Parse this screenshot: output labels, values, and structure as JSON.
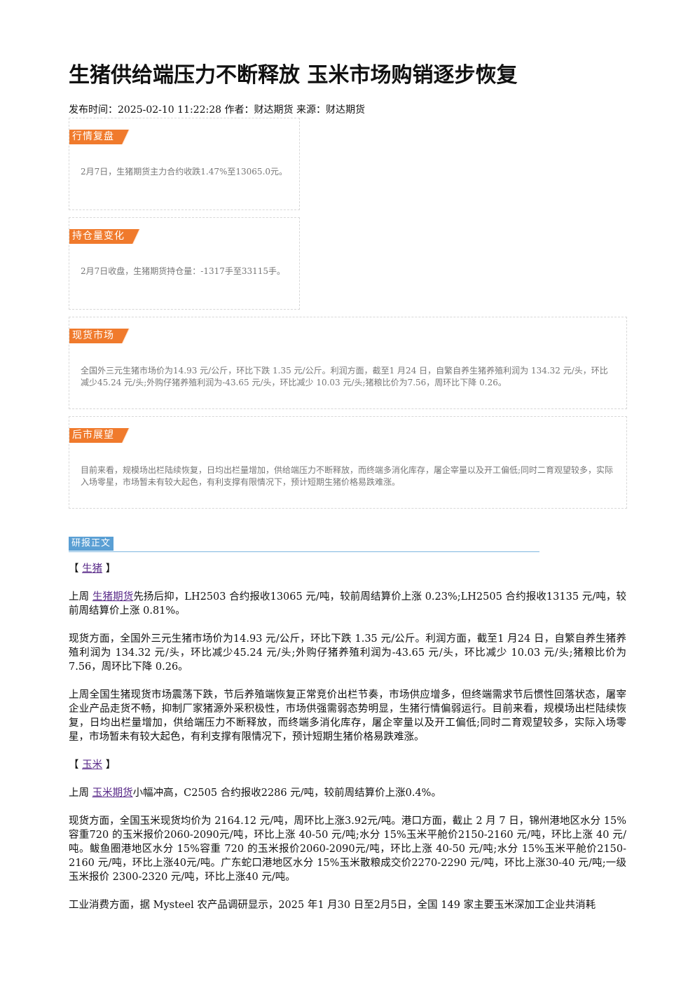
{
  "article": {
    "title": "生猪供给端压力不断释放 玉米市场购销逐步恢复",
    "meta": "发布时间：2025-02-10 11:22:28 作者：财达期货 来源：财达期货"
  },
  "summary_boxes": [
    {
      "tag": "行情复盘",
      "text": "2月7日，生猪期货主力合约收跌1.47%至13065.0元。"
    },
    {
      "tag": "持仓量变化",
      "text": "2月7日收盘，生猪期货持仓量：-1317手至33115手。"
    },
    {
      "tag": "现货市场",
      "text": "全国外三元生猪市场价为14.93 元/公斤，环比下跌 1.35 元/公斤。利润方面，截至1 月24 日，自繁自养生猪养殖利润为 134.32 元/头，环比减少45.24 元/头;外购仔猪养殖利润为-43.65 元/头，环比减少 10.03 元/头;猪粮比价为7.56，周环比下降 0.26。"
    },
    {
      "tag": "后市展望",
      "text": "目前来看，规模场出栏陆续恢复，日均出栏量增加，供给端压力不断释放，而终端多消化库存，屠企宰量以及开工偏低;同时二育观望较多，实际入场零星，市场暂未有较大起色，有利支撑有限情况下，预计短期生猪价格易跌难涨。"
    }
  ],
  "report": {
    "section_label": "研报正文",
    "hog": {
      "bracket_open": "【",
      "bracket_close": "】",
      "heading_link": "生猪",
      "p1_prefix": "上周",
      "p1_link": "生猪期货",
      "p1_rest": "先扬后抑，LH2503 合约报收13065 元/吨，较前周结算价上涨 0.23%;LH2505 合约报收13135 元/吨，较前周结算价上涨 0.81%。",
      "p2": "现货方面，全国外三元生猪市场价为14.93 元/公斤，环比下跌 1.35 元/公斤。利润方面，截至1 月24 日，自繁自养生猪养殖利润为 134.32 元/头，环比减少45.24 元/头;外购仔猪养殖利润为-43.65 元/头，环比减少 10.03 元/头;猪粮比价为7.56，周环比下降 0.26。",
      "p3": "上周全国生猪现货市场震荡下跌，节后养殖端恢复正常竞价出栏节奏，市场供应增多，但终端需求节后惯性回落状态，屠宰企业产品走货不畅，抑制厂家猪源外采积极性，市场供强需弱态势明显，生猪行情偏弱运行。目前来看，规模场出栏陆续恢复，日均出栏量增加，供给端压力不断释放，而终端多消化库存，屠企宰量以及开工偏低;同时二育观望较多，实际入场零星，市场暂未有较大起色，有利支撑有限情况下，预计短期生猪价格易跌难涨。"
    },
    "corn": {
      "bracket_open": "【",
      "bracket_close": "】",
      "heading_link": "玉米",
      "p1_prefix": "上周",
      "p1_link": "玉米期货",
      "p1_rest": "小幅冲高，C2505 合约报收2286 元/吨，较前周结算价上涨0.4%。",
      "p2": "现货方面，全国玉米现货均价为 2164.12 元/吨，周环比上涨3.92元/吨。港口方面，截止 2 月 7 日，锦州港地区水分 15%容重720 的玉米报价2060-2090元/吨，环比上涨 40-50 元/吨;水分 15%玉米平舱价2150-2160 元/吨，环比上涨 40 元/吨。鲅鱼圈港地区水分 15%容重 720 的玉米报价2060-2090元/吨，环比上涨 40-50 元/吨;水分 15%玉米平舱价2150-2160 元/吨，环比上涨40元/吨。广东蛇口港地区水分 15%玉米散粮成交价2270-2290 元/吨，环比上涨30-40 元/吨;一级玉米报价 2300-2320 元/吨，环比上涨40 元/吨。",
      "p3": "工业消费方面，据 Mysteel 农产品调研显示，2025 年1 月30 日至2月5日，全国 149 家主要玉米深加工企业共消耗"
    }
  }
}
